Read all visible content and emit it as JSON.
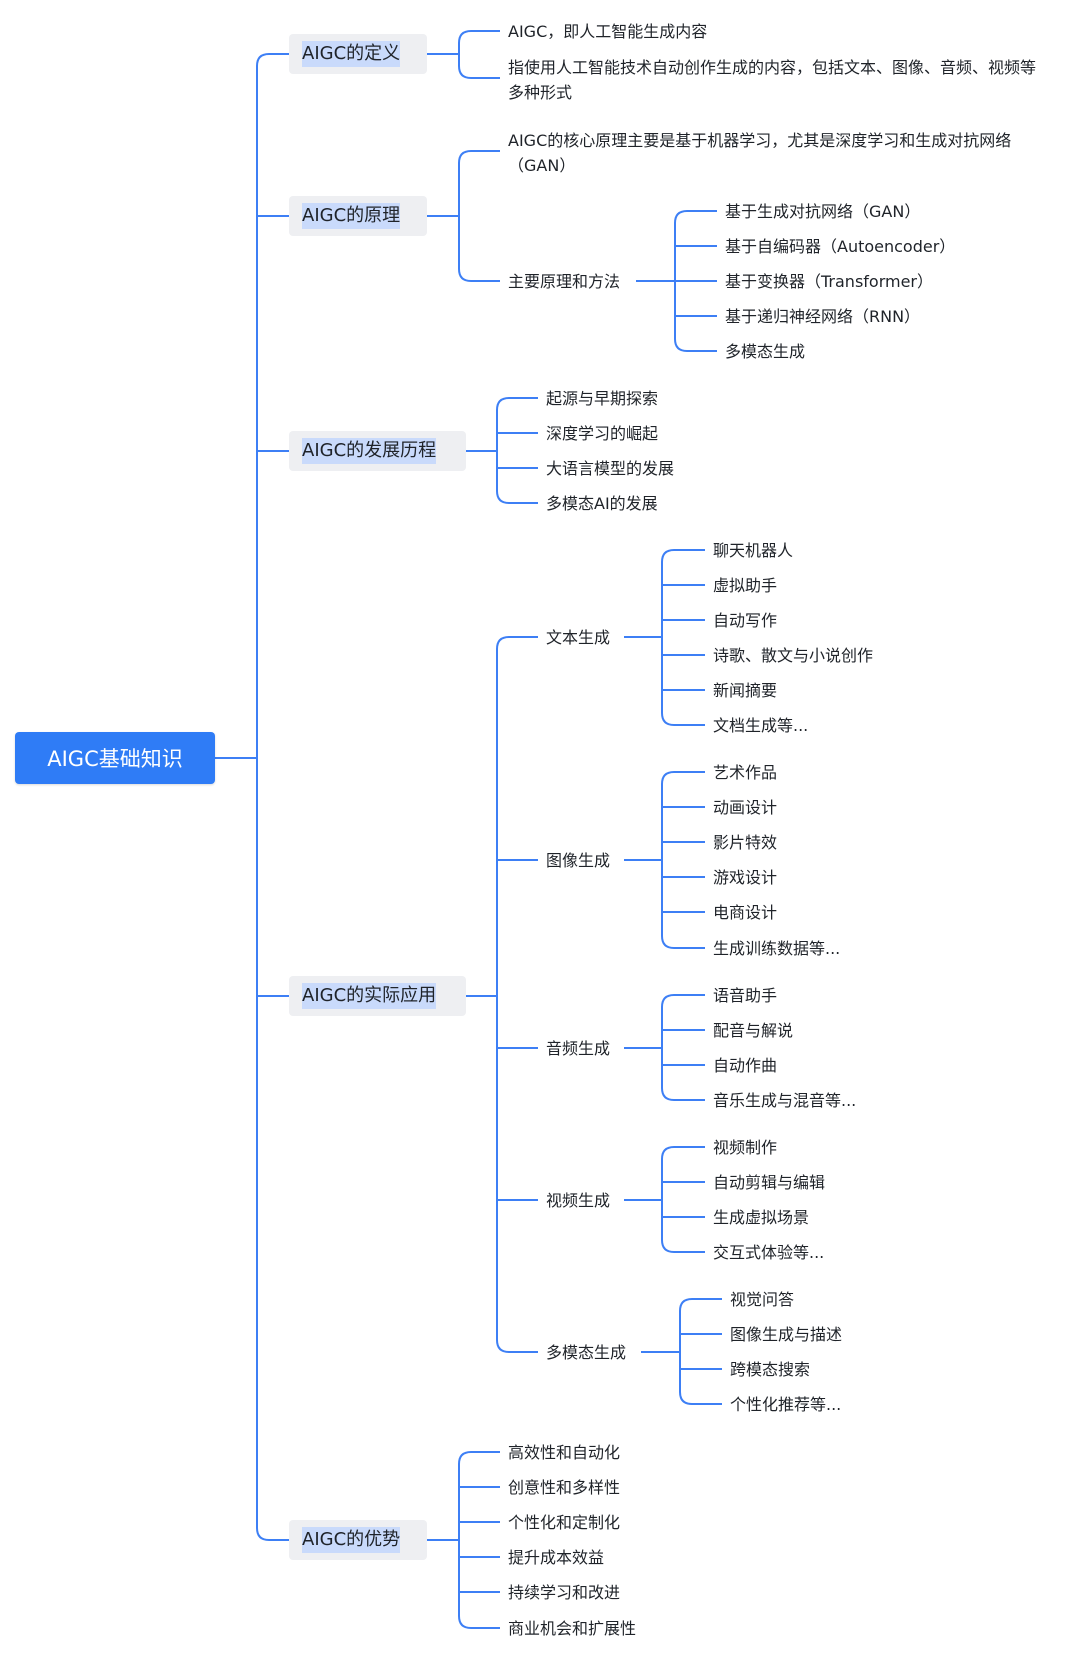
{
  "colors": {
    "connector": "#3d7ff5",
    "root_bg": "#2f7cf6",
    "branch_bg": "#eeeff2",
    "branch_highlight": "#c9dafb",
    "text": "#1f2329"
  },
  "root": {
    "label": "AIGC基础知识"
  },
  "branches": [
    {
      "label": "AIGC的定义",
      "items": [
        {
          "label": "AIGC，即人工智能生成内容"
        },
        {
          "label": "指使用人工智能技术自动创作生成的内容，包括文本、图像、音频、视频等多种形式"
        }
      ]
    },
    {
      "label": "AIGC的原理",
      "items": [
        {
          "label": "AIGC的核心原理主要是基于机器学习，尤其是深度学习和生成对抗网络（GAN）"
        },
        {
          "label": "主要原理和方法",
          "children": [
            "基于生成对抗网络（GAN）",
            "基于自编码器（Autoencoder）",
            "基于变换器（Transformer）",
            "基于递归神经网络（RNN）",
            "多模态生成"
          ]
        }
      ]
    },
    {
      "label": "AIGC的发展历程",
      "items": [
        {
          "label": "起源与早期探索"
        },
        {
          "label": "深度学习的崛起"
        },
        {
          "label": "大语言模型的发展"
        },
        {
          "label": "多模态AI的发展"
        }
      ]
    },
    {
      "label": "AIGC的实际应用",
      "items": [
        {
          "label": "文本生成",
          "children": [
            "聊天机器人",
            "虚拟助手",
            "自动写作",
            "诗歌、散文与小说创作",
            "新闻摘要",
            "文档生成等..."
          ]
        },
        {
          "label": "图像生成",
          "children": [
            "艺术作品",
            "动画设计",
            "影片特效",
            "游戏设计",
            "电商设计",
            "生成训练数据等..."
          ]
        },
        {
          "label": "音频生成",
          "children": [
            "语音助手",
            "配音与解说",
            "自动作曲",
            "音乐生成与混音等..."
          ]
        },
        {
          "label": "视频生成",
          "children": [
            "视频制作",
            "自动剪辑与编辑",
            "生成虚拟场景",
            "交互式体验等..."
          ]
        },
        {
          "label": "多模态生成",
          "children": [
            "视觉问答",
            "图像生成与描述",
            "跨模态搜索",
            "个性化推荐等..."
          ]
        }
      ]
    },
    {
      "label": "AIGC的优势",
      "items": [
        {
          "label": "高效性和自动化"
        },
        {
          "label": "创意性和多样性"
        },
        {
          "label": "个性化和定制化"
        },
        {
          "label": "提升成本效益"
        },
        {
          "label": "持续学习和改进"
        },
        {
          "label": "商业机会和扩展性"
        }
      ]
    }
  ]
}
